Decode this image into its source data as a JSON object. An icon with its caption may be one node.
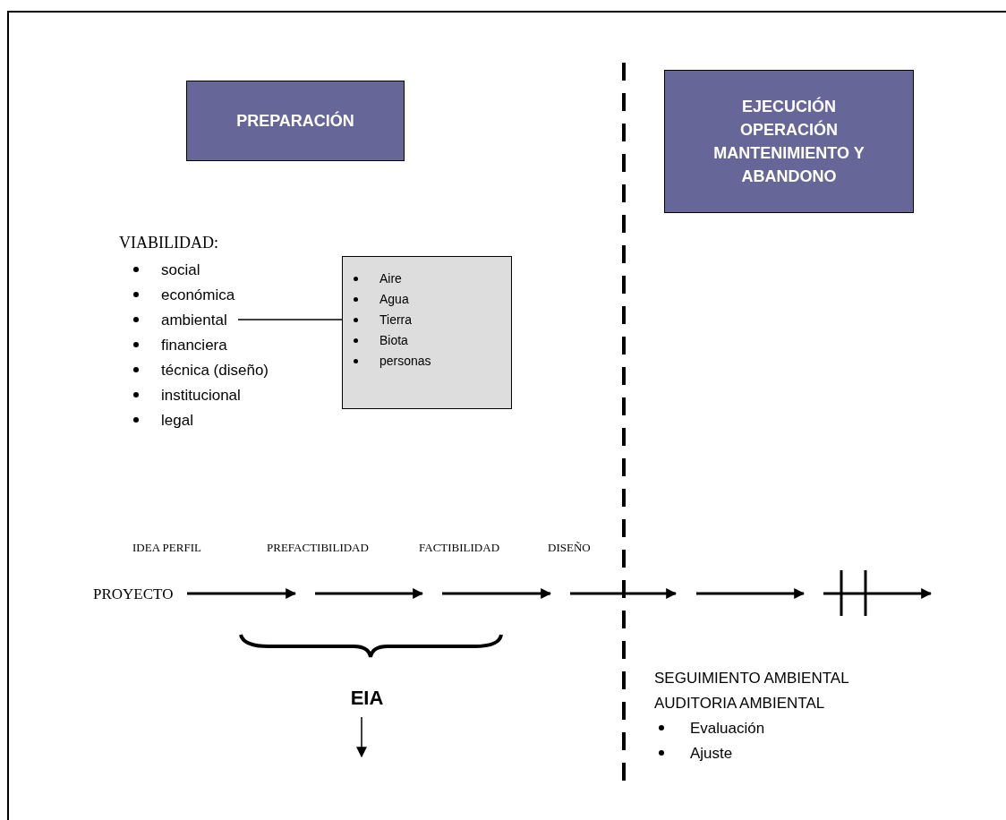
{
  "diagram": {
    "nodes": [
      {
        "text": [
          "PREPARACIÓN"
        ]
      },
      {
        "text": [
          "EJECUCIÓN OPERACIÓN MANTENIMIENTO Y ABANDONO"
        ]
      },
      {
        "text": [
          "ambiental"
        ]
      },
      {
        "text": [
          "Aire",
          "Agua",
          "Tierra",
          "Biota",
          "personas"
        ]
      },
      {
        "text": [
          "EIA"
        ]
      }
    ],
    "edges": [
      {
        "from": 2,
        "to": 3,
        "arrow": "none"
      },
      {
        "from": 4,
        "to": null,
        "arrow": "to"
      }
    ],
    "labels": [
      "VIABILIDAD:",
      "social",
      "económica",
      "financiera",
      "técnica (diseño)",
      "institucional",
      "legal",
      "IDEA PERFIL",
      "PREFACTIBILIDAD",
      "FACTIBILIDAD",
      "DISEÑO",
      "PROYECTO",
      "SEGUIMIENTO AMBIENTAL",
      "AUDITORIA AMBIENTAL",
      "Evaluación",
      "Ajuste"
    ]
  }
}
